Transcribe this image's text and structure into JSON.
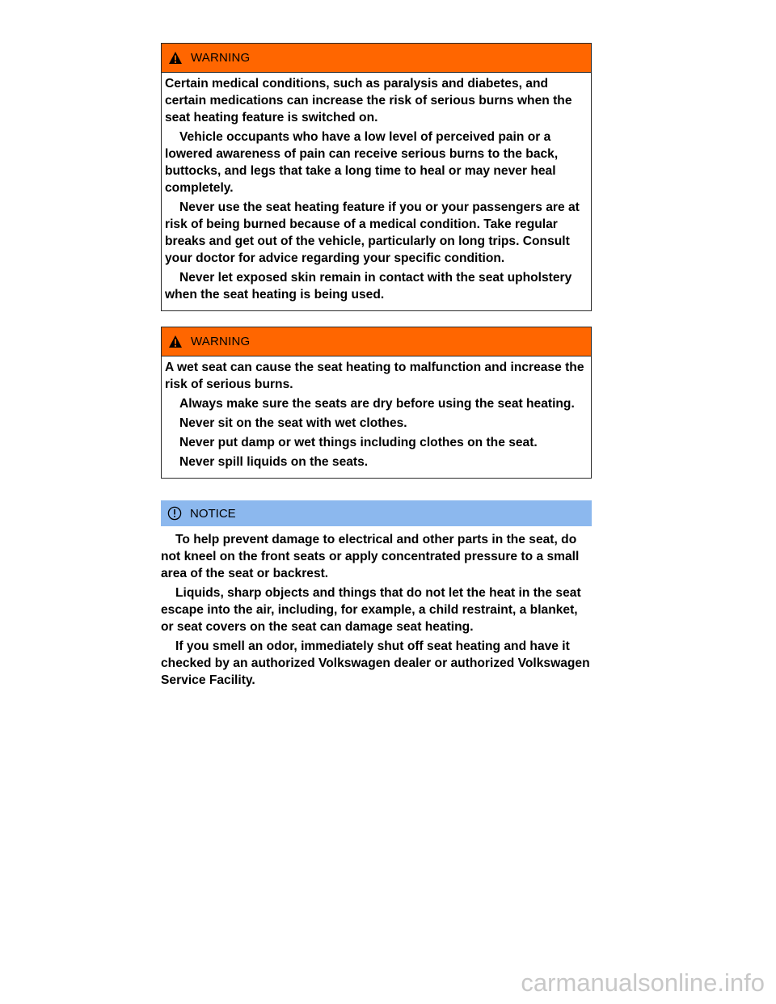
{
  "colors": {
    "warning_header": "#ff6600",
    "notice_header": "#8cb8ee",
    "text": "#000000"
  },
  "warning1": {
    "icon": "warning-triangle-icon",
    "label": "WARNING",
    "paragraphs": [
      "Certain medical conditions, such as paralysis and diabetes, and certain medications can increase the risk of serious burns when the seat heating feature is switched on.",
      "Vehicle occupants who have a low level of perceived pain or a lowered awareness of pain can receive serious burns to the back, buttocks, and legs that take a long time to heal or may never heal completely.",
      "Never use the seat heating feature if you or your passengers are at risk of being burned because of a medical condition. Take regular breaks and get out of the vehicle, particularly on long trips. Consult your doctor for advice regarding your specific condition.",
      "Never let exposed skin remain in contact with the seat upholstery when the seat heating is being used."
    ]
  },
  "warning2": {
    "icon": "warning-triangle-icon",
    "label": "WARNING",
    "paragraphs": [
      "A wet seat can cause the seat heating to malfunction and increase the risk of serious burns.",
      "Always make sure the seats are dry before using the seat heating.",
      "Never sit on the seat with wet clothes.",
      "Never put damp or wet things including clothes on the seat.",
      "Never spill liquids on the seats."
    ]
  },
  "notice": {
    "icon": "exclamation-circle-icon",
    "label": "NOTICE",
    "paragraphs": [
      "To help prevent damage to electrical and other parts in the seat, do not kneel on the front seats or apply concentrated pressure to a small area of the seat or backrest.",
      "Liquids, sharp objects and things that do not let the heat in the seat escape into the air, including, for example, a child restraint, a blanket, or seat covers on the seat can damage seat heating.",
      "If you smell an odor, immediately shut off seat heating and have it checked by an authorized Volkswagen dealer or authorized Volkswagen Service Facility."
    ]
  },
  "watermark": "carmanualsonline.info"
}
